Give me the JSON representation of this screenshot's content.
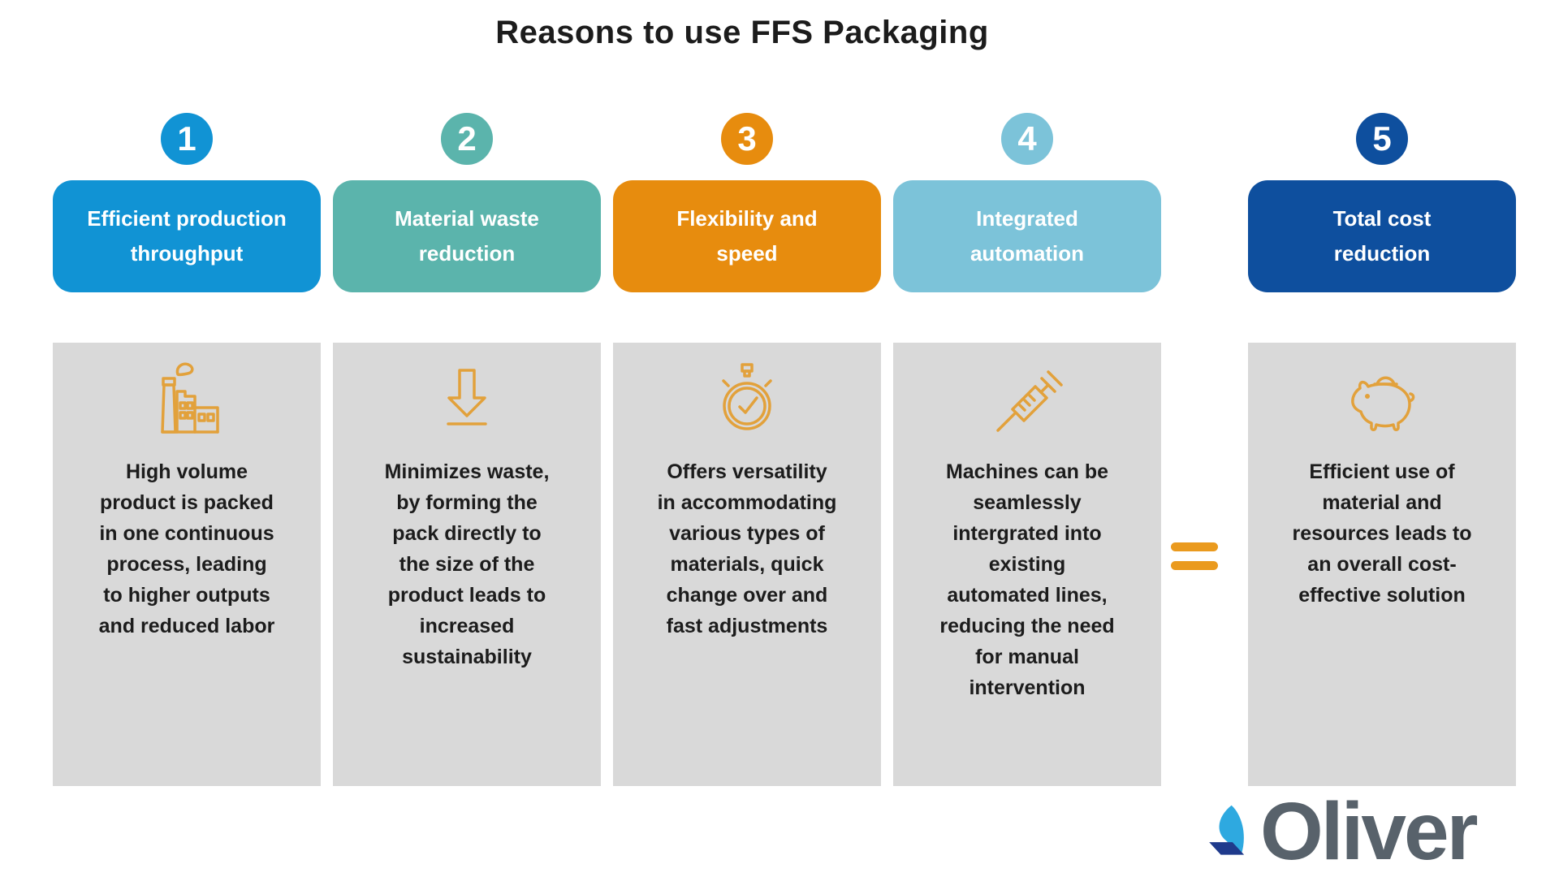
{
  "title": "Reasons to use FFS Packaging",
  "columns": [
    {
      "number": "1",
      "color": "#1193d4",
      "header": "Efficient production\nthroughput",
      "icon": "factory-icon",
      "description": "High volume\nproduct is packed\nin one continuous\nprocess, leading\nto higher outputs\nand reduced labor"
    },
    {
      "number": "2",
      "color": "#5bb4ac",
      "header": "Material waste\nreduction",
      "icon": "down-arrow-icon",
      "description": "Minimizes waste,\nby forming the\npack directly to\nthe size of the\nproduct leads to\nincreased\nsustainability"
    },
    {
      "number": "3",
      "color": "#e78c0e",
      "header": "Flexibility and\nspeed",
      "icon": "stopwatch-icon",
      "description": "Offers versatility\nin accommodating\nvarious types of\nmaterials, quick\nchange over and\nfast adjustments"
    },
    {
      "number": "4",
      "color": "#7cc3d9",
      "header": "Integrated\nautomation",
      "icon": "syringe-icon",
      "description": "Machines can be\nseamlessly\nintergrated into\nexisting\nautomated lines,\nreducing the need\nfor manual\nintervention"
    },
    {
      "number": "5",
      "color": "#0e4f9e",
      "header": "Total cost\nreduction",
      "icon": "piggy-bank-icon",
      "description": "Efficient use of\nmaterial and\nresources leads to\nan overall cost-\neffective solution"
    }
  ],
  "equals_icon": "equals-icon",
  "logo": {
    "text": "Oliver"
  },
  "colors": {
    "card_background": "#d9d9d9",
    "icon_orange": "#e2a13b",
    "equals_orange": "#ea9a1e",
    "text": "#1c1c1c",
    "logo_gray": "#58626b",
    "logo_light_blue": "#2ea9e0",
    "logo_navy": "#1f3a8c"
  }
}
